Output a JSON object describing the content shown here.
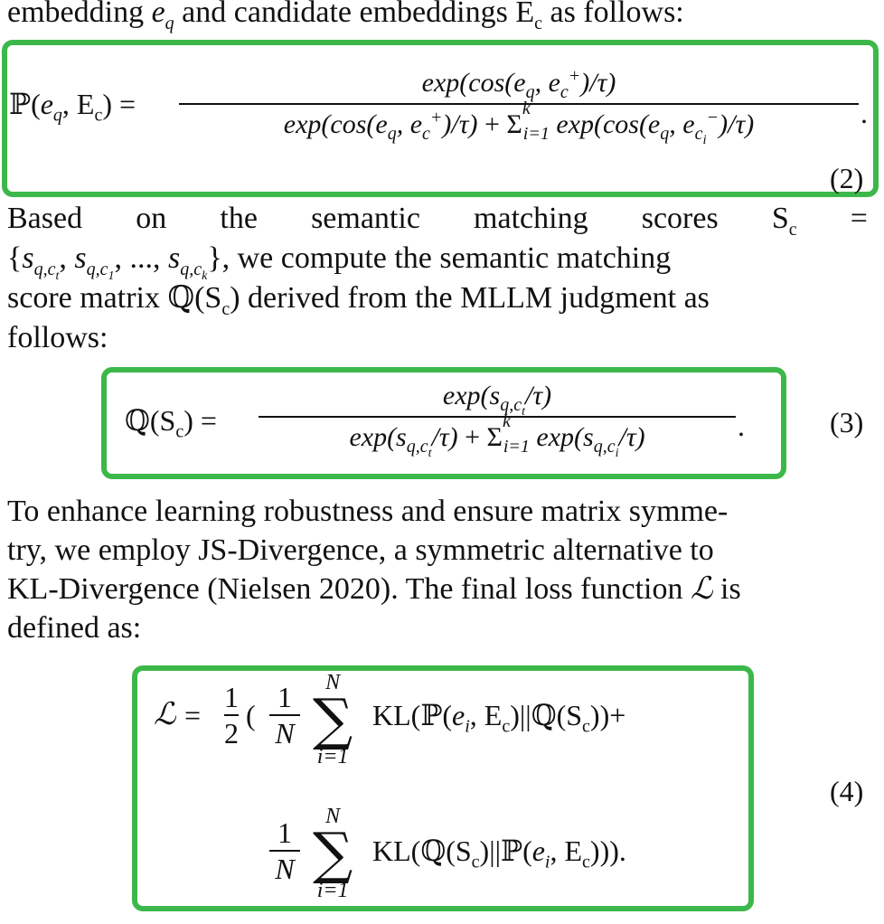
{
  "lines": {
    "l1": "embedding e_q and candidate embeddings E_c as follows:",
    "l2_words": [
      "Based",
      "on",
      "the",
      "semantic",
      "matching",
      "scores",
      "S_c",
      "="
    ],
    "l3": "{s_q,ct, s_q,c1, ..., s_q,ck}, we compute the semantic matching",
    "l4": "score matrix ℚ(S_c) derived from the MLLM judgment as",
    "l5": "follows:",
    "l6": "To enhance learning robustness and ensure matrix symme-",
    "l7": "try, we employ JS-Divergence, a symmetric alternative to",
    "l8": "KL-Divergence (Nielsen 2020). The final loss function ℒ is",
    "l9": "defined as:"
  },
  "equations": {
    "eq2": {
      "lhs": "ℙ(e_q, E_c) =",
      "numerator": "exp(cos(e_q, e_c^+)/τ)",
      "denominator": "exp(cos(e_q, e_c^+)/τ) + Σ_{i=1}^{k} exp(cos(e_q, e_{c_i^-})/τ)",
      "number": "(2)"
    },
    "eq3": {
      "lhs": "ℚ(S_c) =",
      "numerator": "exp(s_{q,c_t}/τ)",
      "denominator": "exp(s_{q,c_t}/τ) + Σ_{i=1}^{k} exp(s_{q,c_i}/τ)",
      "number": "(3)"
    },
    "eq4": {
      "line1": "ℒ = 1/2(1/N Σ_{i=1}^{N} KL(ℙ(e_i, E_c)||ℚ(S_c))+",
      "line2": "1/N Σ_{i=1}^{N} KL(ℚ(S_c)||ℙ(e_i, E_c))).",
      "number": "(4)"
    }
  },
  "colors": {
    "highlight_box": "#3cb84a"
  }
}
